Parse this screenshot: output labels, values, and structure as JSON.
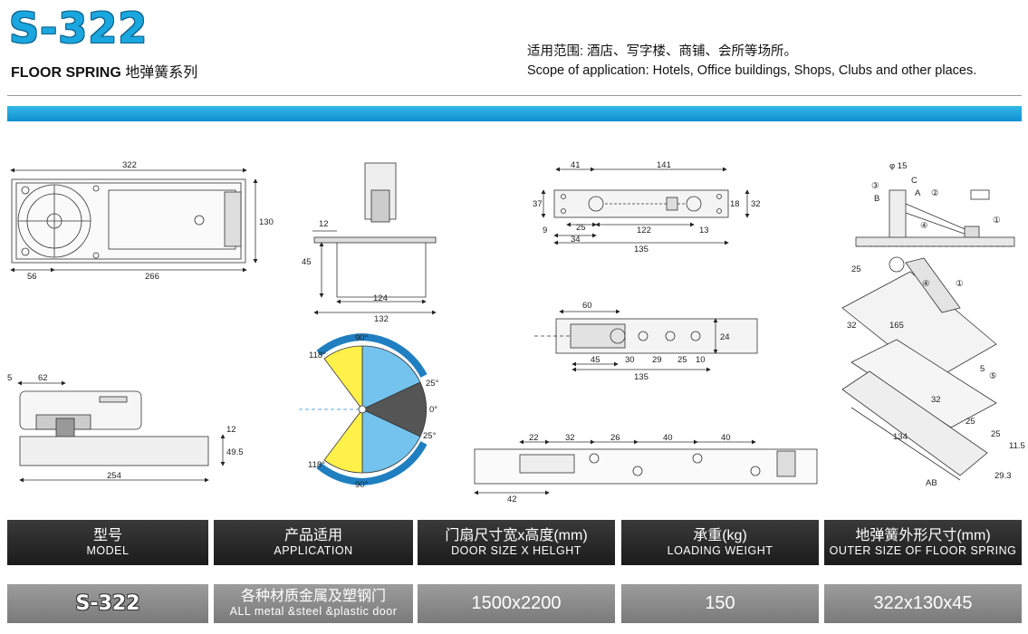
{
  "header": {
    "model": "S-322",
    "subtitle_en": "FLOOR SPRING",
    "subtitle_cn": "地弹簧系列",
    "scope_cn": "适用范围: 酒店、写字楼、商铺、会所等场所。",
    "scope_en": "Scope of application: Hotels, Office buildings, Shops, Clubs and other places."
  },
  "drawings": {
    "top_view": {
      "d1": "322",
      "d2": "130",
      "d3": "56",
      "d4": "266"
    },
    "side_section": {
      "d1": "12",
      "d2": "45",
      "d3": "124",
      "d4": "132"
    },
    "cover_plate": {
      "d1": "41",
      "d2": "141",
      "d3": "37",
      "d4": "18",
      "d5": "32",
      "d6": "9",
      "d7": "25",
      "d8": "122",
      "d9": "13",
      "d10": "34",
      "d11": "135"
    },
    "pivot_detail": {
      "phi": "φ 15",
      "c": "C",
      "a": "A",
      "b": "B",
      "n3": "③",
      "n2": "②",
      "n4": "④",
      "n1": "①"
    },
    "front_view": {
      "d1": "5",
      "d2": "62",
      "d3": "12",
      "d4": "49.5",
      "d5": "254"
    },
    "angle_diagram": {
      "a1": "90°",
      "a2": "118°",
      "a3": "25°",
      "a4": "0°",
      "a5": "25°",
      "a6": "118°",
      "a7": "90°"
    },
    "arm_view": {
      "d1": "60",
      "d2": "24",
      "d3": "45",
      "d4": "30",
      "d5": "29",
      "d6": "25",
      "d7": "10",
      "d8": "135"
    },
    "top_arm": {
      "d1": "22",
      "d2": "32",
      "d3": "26",
      "d4": "40",
      "d5": "40",
      "d6": "42"
    },
    "iso_view": {
      "d1": "25",
      "d2": "32",
      "d3": "165",
      "d4": "5",
      "n4": "④",
      "n1": "①",
      "n5": "⑤",
      "d5": "32",
      "d6": "25",
      "d7": "25",
      "d8": "134",
      "d9": "11.5",
      "d10": "29.3",
      "ab": "AB"
    }
  },
  "table": {
    "headers": [
      {
        "cn": "型号",
        "en": "MODEL"
      },
      {
        "cn": "产品适用",
        "en": "APPLICATION"
      },
      {
        "cn": "门扇尺寸宽x高度(mm)",
        "en": "DOOR SIZE X HELGHT"
      },
      {
        "cn": "承重(kg)",
        "en": "LOADING WEIGHT"
      },
      {
        "cn": "地弹簧外形尺寸(mm)",
        "en": "OUTER SIZE OF FLOOR SPRING"
      }
    ],
    "row": {
      "model": "S-322",
      "application_cn": "各种材质金属及塑钢门",
      "application_en": "ALL metal &steel &plastic door",
      "door_size": "1500x2200",
      "loading": "150",
      "outer_size": "322x130x45"
    }
  },
  "colors": {
    "accent": "#1aa6df",
    "yellow": "#fff04a",
    "light_blue": "#74c3ee",
    "dark_grey": "#555555"
  }
}
